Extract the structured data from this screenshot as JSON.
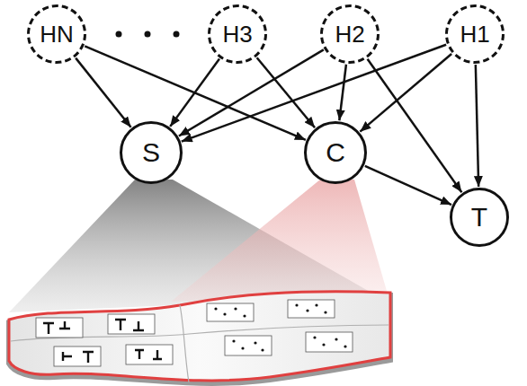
{
  "diagram": {
    "nodes": [
      {
        "text": [
          "HN"
        ]
      },
      {
        "text": [
          "H3"
        ]
      },
      {
        "text": [
          "H2"
        ]
      },
      {
        "text": [
          "H1"
        ]
      },
      {
        "text": [
          "S"
        ]
      },
      {
        "text": [
          "C"
        ]
      },
      {
        "text": [
          "T"
        ]
      }
    ],
    "edges": [
      {
        "from": 0,
        "to": 4,
        "arrow": "to"
      },
      {
        "from": 0,
        "to": 5,
        "arrow": "to"
      },
      {
        "from": 1,
        "to": 4,
        "arrow": "to"
      },
      {
        "from": 1,
        "to": 5,
        "arrow": "to"
      },
      {
        "from": 2,
        "to": 4,
        "arrow": "to"
      },
      {
        "from": 2,
        "to": 5,
        "arrow": "to"
      },
      {
        "from": 2,
        "to": 6,
        "arrow": "to"
      },
      {
        "from": 3,
        "to": 4,
        "arrow": "to"
      },
      {
        "from": 3,
        "to": 5,
        "arrow": "to"
      },
      {
        "from": 3,
        "to": 6,
        "arrow": "to"
      },
      {
        "from": 5,
        "to": 6,
        "arrow": "to"
      }
    ]
  }
}
